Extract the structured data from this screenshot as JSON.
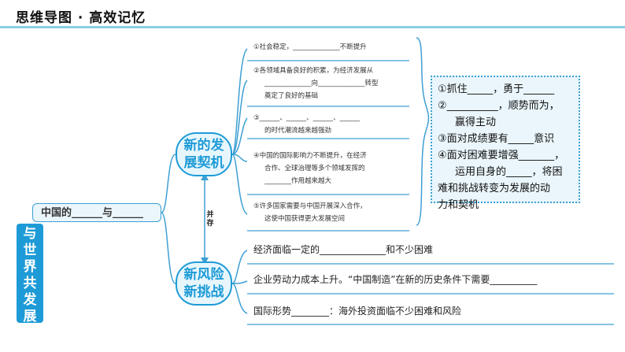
{
  "header": {
    "title": "思维导图 · 高效记忆"
  },
  "vertical_title": [
    "与",
    "世",
    "界",
    "共",
    "发",
    "展"
  ],
  "root_label": "中国的______与______",
  "branch1": {
    "label_lines": [
      "新的发",
      "展契机"
    ],
    "items": [
      {
        "lines": [
          "①社会稳定，______________不断提升"
        ]
      },
      {
        "lines": [
          "②各领域具备良好的积累，为经济发展从",
          "______________向______________转型",
          "奠定了良好的基础"
        ]
      },
      {
        "lines": [
          "③______、______、______、______",
          "的时代潮流越来越强劲"
        ]
      },
      {
        "lines": [
          "④中国的国际影响力不断提升，在经济",
          "合作、全球治理等多个领域发挥的",
          "________作用越来越大"
        ]
      },
      {
        "lines": [
          "⑤许多国家需要与中国开展深入合作，",
          "这使中国获得更大发展空间"
        ]
      }
    ]
  },
  "coexist_label": [
    "并",
    "存"
  ],
  "branch2": {
    "label_lines": [
      "新风险",
      "新挑战"
    ],
    "items": [
      "经济面临一定的______________和不少困难",
      "企业劳动力成本上升。“中国制造”在新的历史条件下需要__________",
      "国际形势________：海外投资面临不少困难和风险"
    ]
  },
  "right_box": {
    "lines": [
      "①抓住_____，勇于______",
      "②__________，顺势而为，",
      "赢得主动",
      "③面对成绩要有_____意识",
      "④面对困难要增强_______，",
      "运用自身的_____，将困",
      "难和挑战转变为发展的动",
      "力和契机"
    ]
  },
  "colors": {
    "accent": "#1e9bd7",
    "accent_light": "#e7f6fd",
    "rule": "#8ad0e6"
  }
}
